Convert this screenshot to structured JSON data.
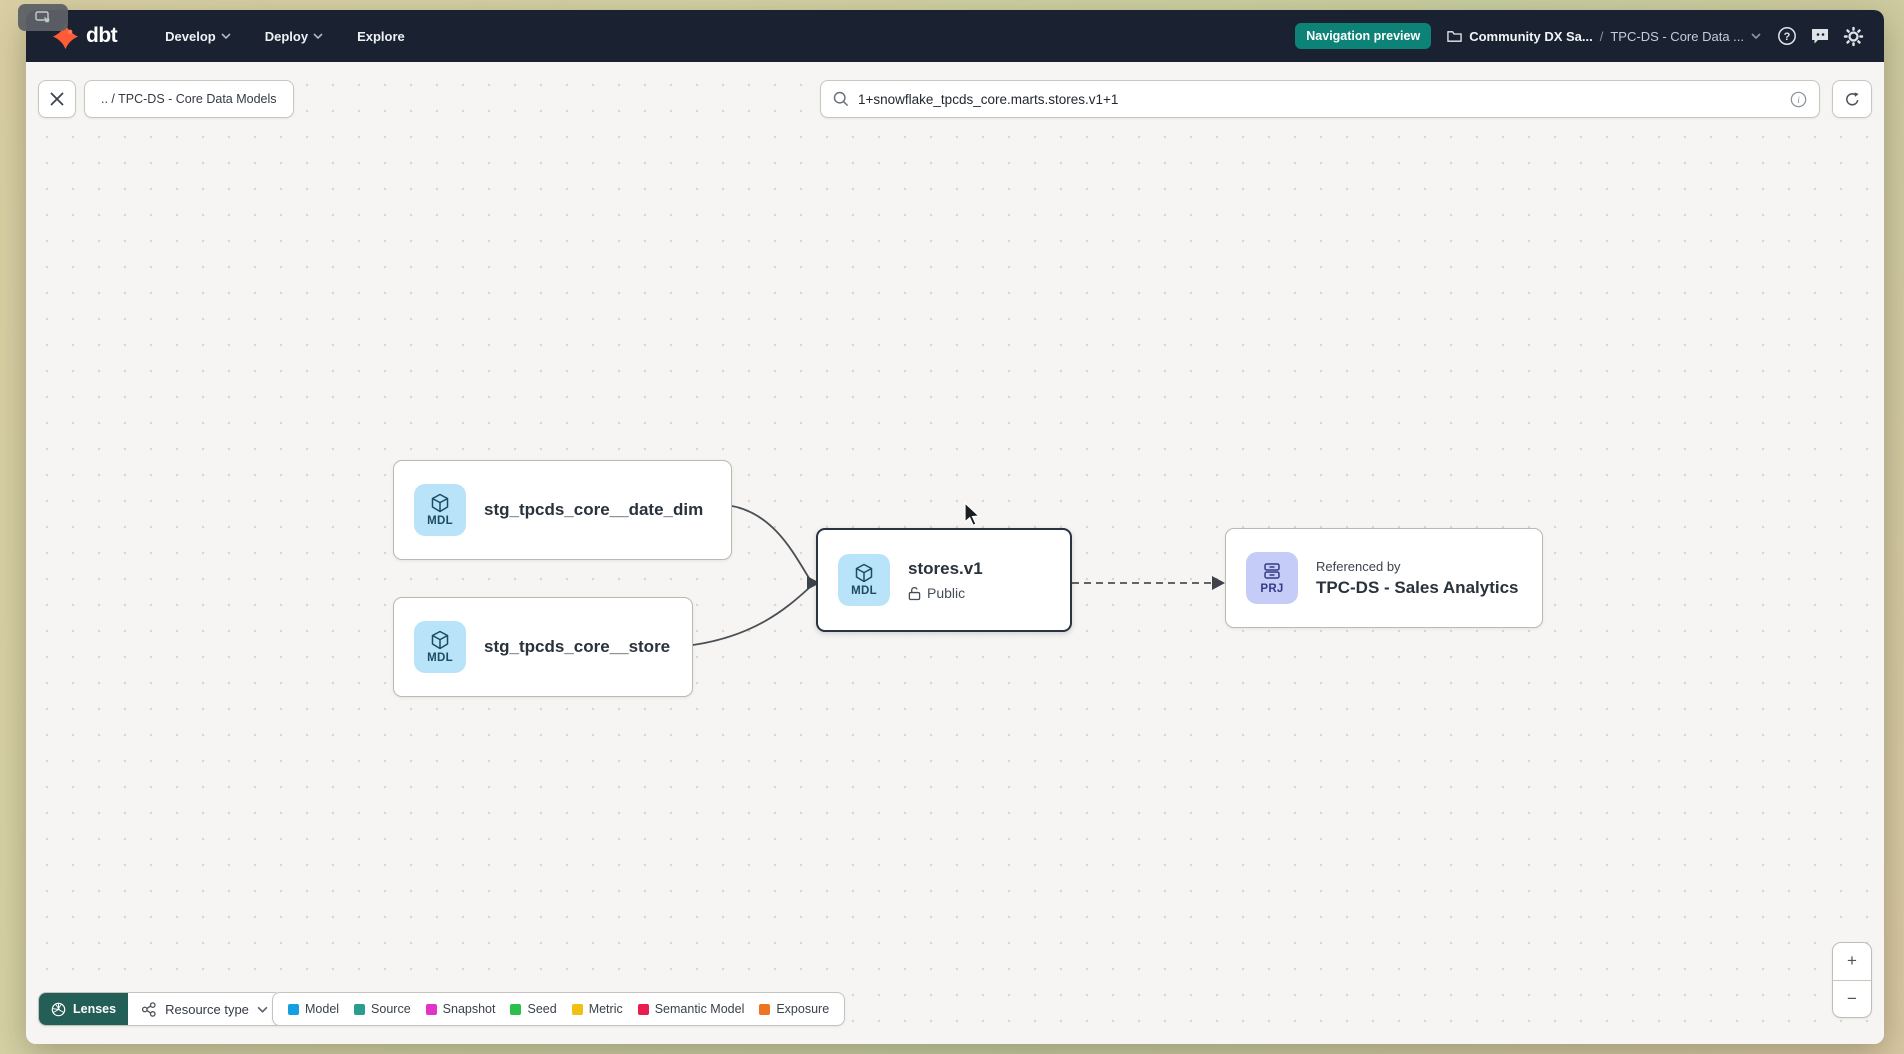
{
  "frame": {
    "indicator": "screen-share-indicator"
  },
  "accent": {
    "nav_bg": "#1a2231",
    "teal": "#0d8276",
    "lenses_teal": "#235f56",
    "brand_orange": "#ff5c35"
  },
  "nav": {
    "brand": "dbt",
    "menu": [
      {
        "label": "Develop"
      },
      {
        "label": "Deploy"
      },
      {
        "label": "Explore"
      }
    ],
    "preview_badge": "Navigation preview",
    "breadcrumb": {
      "project": "Community DX Sa...",
      "separator": "/",
      "section": "TPC-DS - Core Data ..."
    }
  },
  "toolbar": {
    "path_chip": ".. / TPC-DS - Core Data Models",
    "search_value": "1+snowflake_tpcds_core.marts.stores.v1+1"
  },
  "graph": {
    "nodes": {
      "date_dim": {
        "badge": "MDL",
        "title": "stg_tpcds_core__date_dim"
      },
      "store": {
        "badge": "MDL",
        "title": "stg_tpcds_core__store"
      },
      "stores_v1": {
        "badge": "MDL",
        "title": "stores.v1",
        "visibility": "Public"
      },
      "sales_analytics": {
        "badge": "PRJ",
        "pretitle": "Referenced by",
        "title": "TPC-DS - Sales Analytics"
      }
    },
    "colors": {
      "model_badge_bg": "#b9e3f9",
      "project_badge_bg": "#c6ccf8",
      "edge": "#4a5056"
    }
  },
  "footer": {
    "lenses_label": "Lenses",
    "resource_type_label": "Resource type",
    "legend": [
      {
        "label": "Model",
        "color": "#169fe0"
      },
      {
        "label": "Source",
        "color": "#2a9d8f"
      },
      {
        "label": "Snapshot",
        "color": "#e233c8"
      },
      {
        "label": "Seed",
        "color": "#2bc04c"
      },
      {
        "label": "Metric",
        "color": "#eec113"
      },
      {
        "label": "Semantic Model",
        "color": "#e91e4f"
      },
      {
        "label": "Exposure",
        "color": "#ee7422"
      }
    ]
  },
  "zoom_controls": {
    "zoom_in": "+",
    "zoom_out": "−"
  }
}
